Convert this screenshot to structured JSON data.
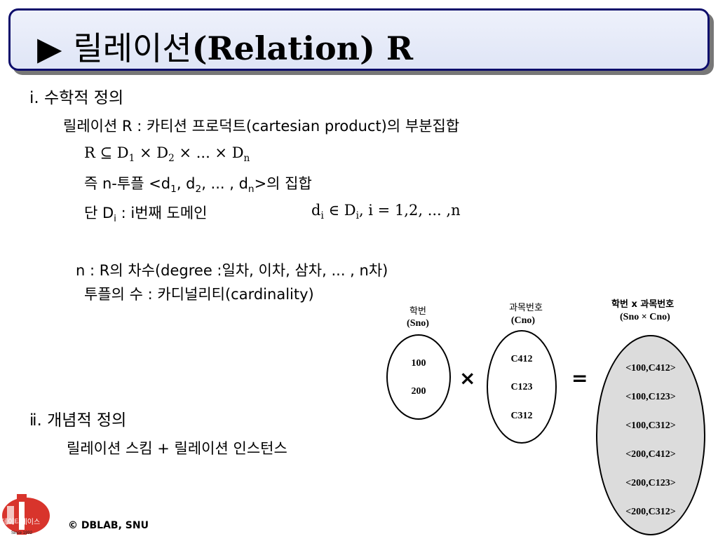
{
  "title": {
    "arrow": "▶",
    "korean": "릴레이션",
    "english": "(Relation) R"
  },
  "section1": {
    "heading": "ⅰ. 수학적 정의",
    "line1": "릴레이션 R : 카티션 프로덕트(cartesian product)의 부분집합",
    "formula": {
      "a": "R ⊆ D",
      "s1": "1",
      "b": " × D",
      "s2": "2",
      "c": " × ... × D",
      "sn": "n"
    },
    "tuple": {
      "a": "즉 n-투플 <d",
      "s1": "1",
      "b": ", d",
      "s2": "2",
      "c": ", ... , d",
      "sn": "n",
      "d": ">의 집합"
    },
    "domain": {
      "a": "단 D",
      "si": "i",
      "b": " :  i번째 도메인",
      "c": "d",
      "si2": "i",
      "d": " ∈ D",
      "si3": "i",
      "e": ",  i = 1,2, ... ,n"
    },
    "degree": "n : R의 차수(degree :일차, 이차, 삼차, ... , n차)",
    "cardinality": "투플의 수 : 카디널리티(cardinality)"
  },
  "section2": {
    "heading": "ⅱ. 개념적 정의",
    "line1": "릴레이션 스킴 + 릴레이션 인스턴스"
  },
  "diagram": {
    "sno": {
      "label": "학번",
      "sub": "(Sno)",
      "values": [
        "100",
        "200"
      ]
    },
    "cno": {
      "label": "과목번호",
      "sub": "(Cno)",
      "values": [
        "C412",
        "C123",
        "C312"
      ]
    },
    "product": {
      "label": "학번  x 과목번호",
      "sub": "(Sno  ×  Cno)",
      "values": [
        "<100,C412>",
        "<100,C123>",
        "<100,C312>",
        "<200,C412>",
        "<200,C123>",
        "<200,C312>"
      ]
    },
    "times": "×",
    "equals": "="
  },
  "footer": {
    "copyright": "© DBLAB, SNU",
    "logo_text": "데이타베이스",
    "logo_sub": "Since 1992"
  }
}
